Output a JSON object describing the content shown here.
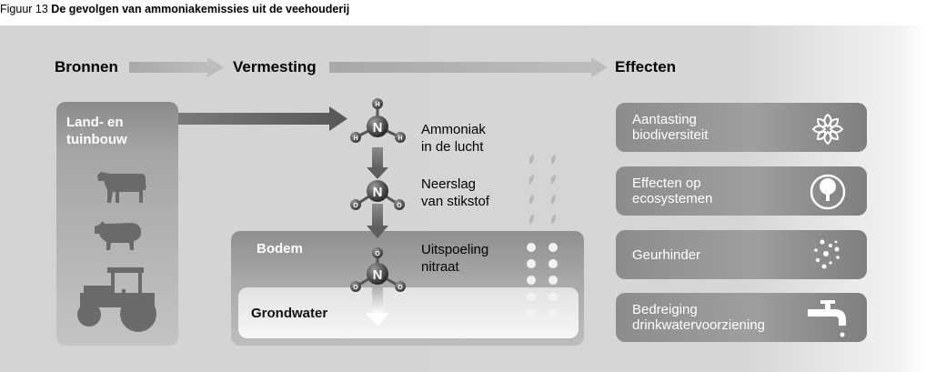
{
  "caption": {
    "prefix": "Figuur 13",
    "title": "De gevolgen van ammoniakemissies uit de veehouderij"
  },
  "headers": {
    "sources": "Bronnen",
    "manure": "Vermesting",
    "effects": "Effecten"
  },
  "sources": {
    "label": "Land- en\ntuinbouw",
    "icons": [
      "cow-icon",
      "pig-icon",
      "tractor-icon"
    ]
  },
  "molecules": [
    {
      "name": "ammonia",
      "atom": "N",
      "ligand": "H"
    },
    {
      "name": "nitrogen-oxide",
      "atom": "N",
      "ligand": "O"
    },
    {
      "name": "nitrate",
      "atom": "N",
      "ligand": "O"
    }
  ],
  "processes": {
    "ammonia": "Ammoniak\nin de lucht",
    "deposition": "Neerslag\nvan stikstof",
    "leaching": "Uitspoeling\nnitraat"
  },
  "layers": {
    "soil": "Bodem",
    "groundwater": "Grondwater"
  },
  "effects": [
    {
      "label": "Aantasting\nbiodiversiteit",
      "icon": "flower-icon"
    },
    {
      "label": "Effecten op\necosystemen",
      "icon": "tree-icon"
    },
    {
      "label": "Geurhinder",
      "icon": "odor-dots-icon"
    },
    {
      "label": "Bedreiging\ndrinkwatervoorziening",
      "icon": "faucet-icon"
    }
  ]
}
